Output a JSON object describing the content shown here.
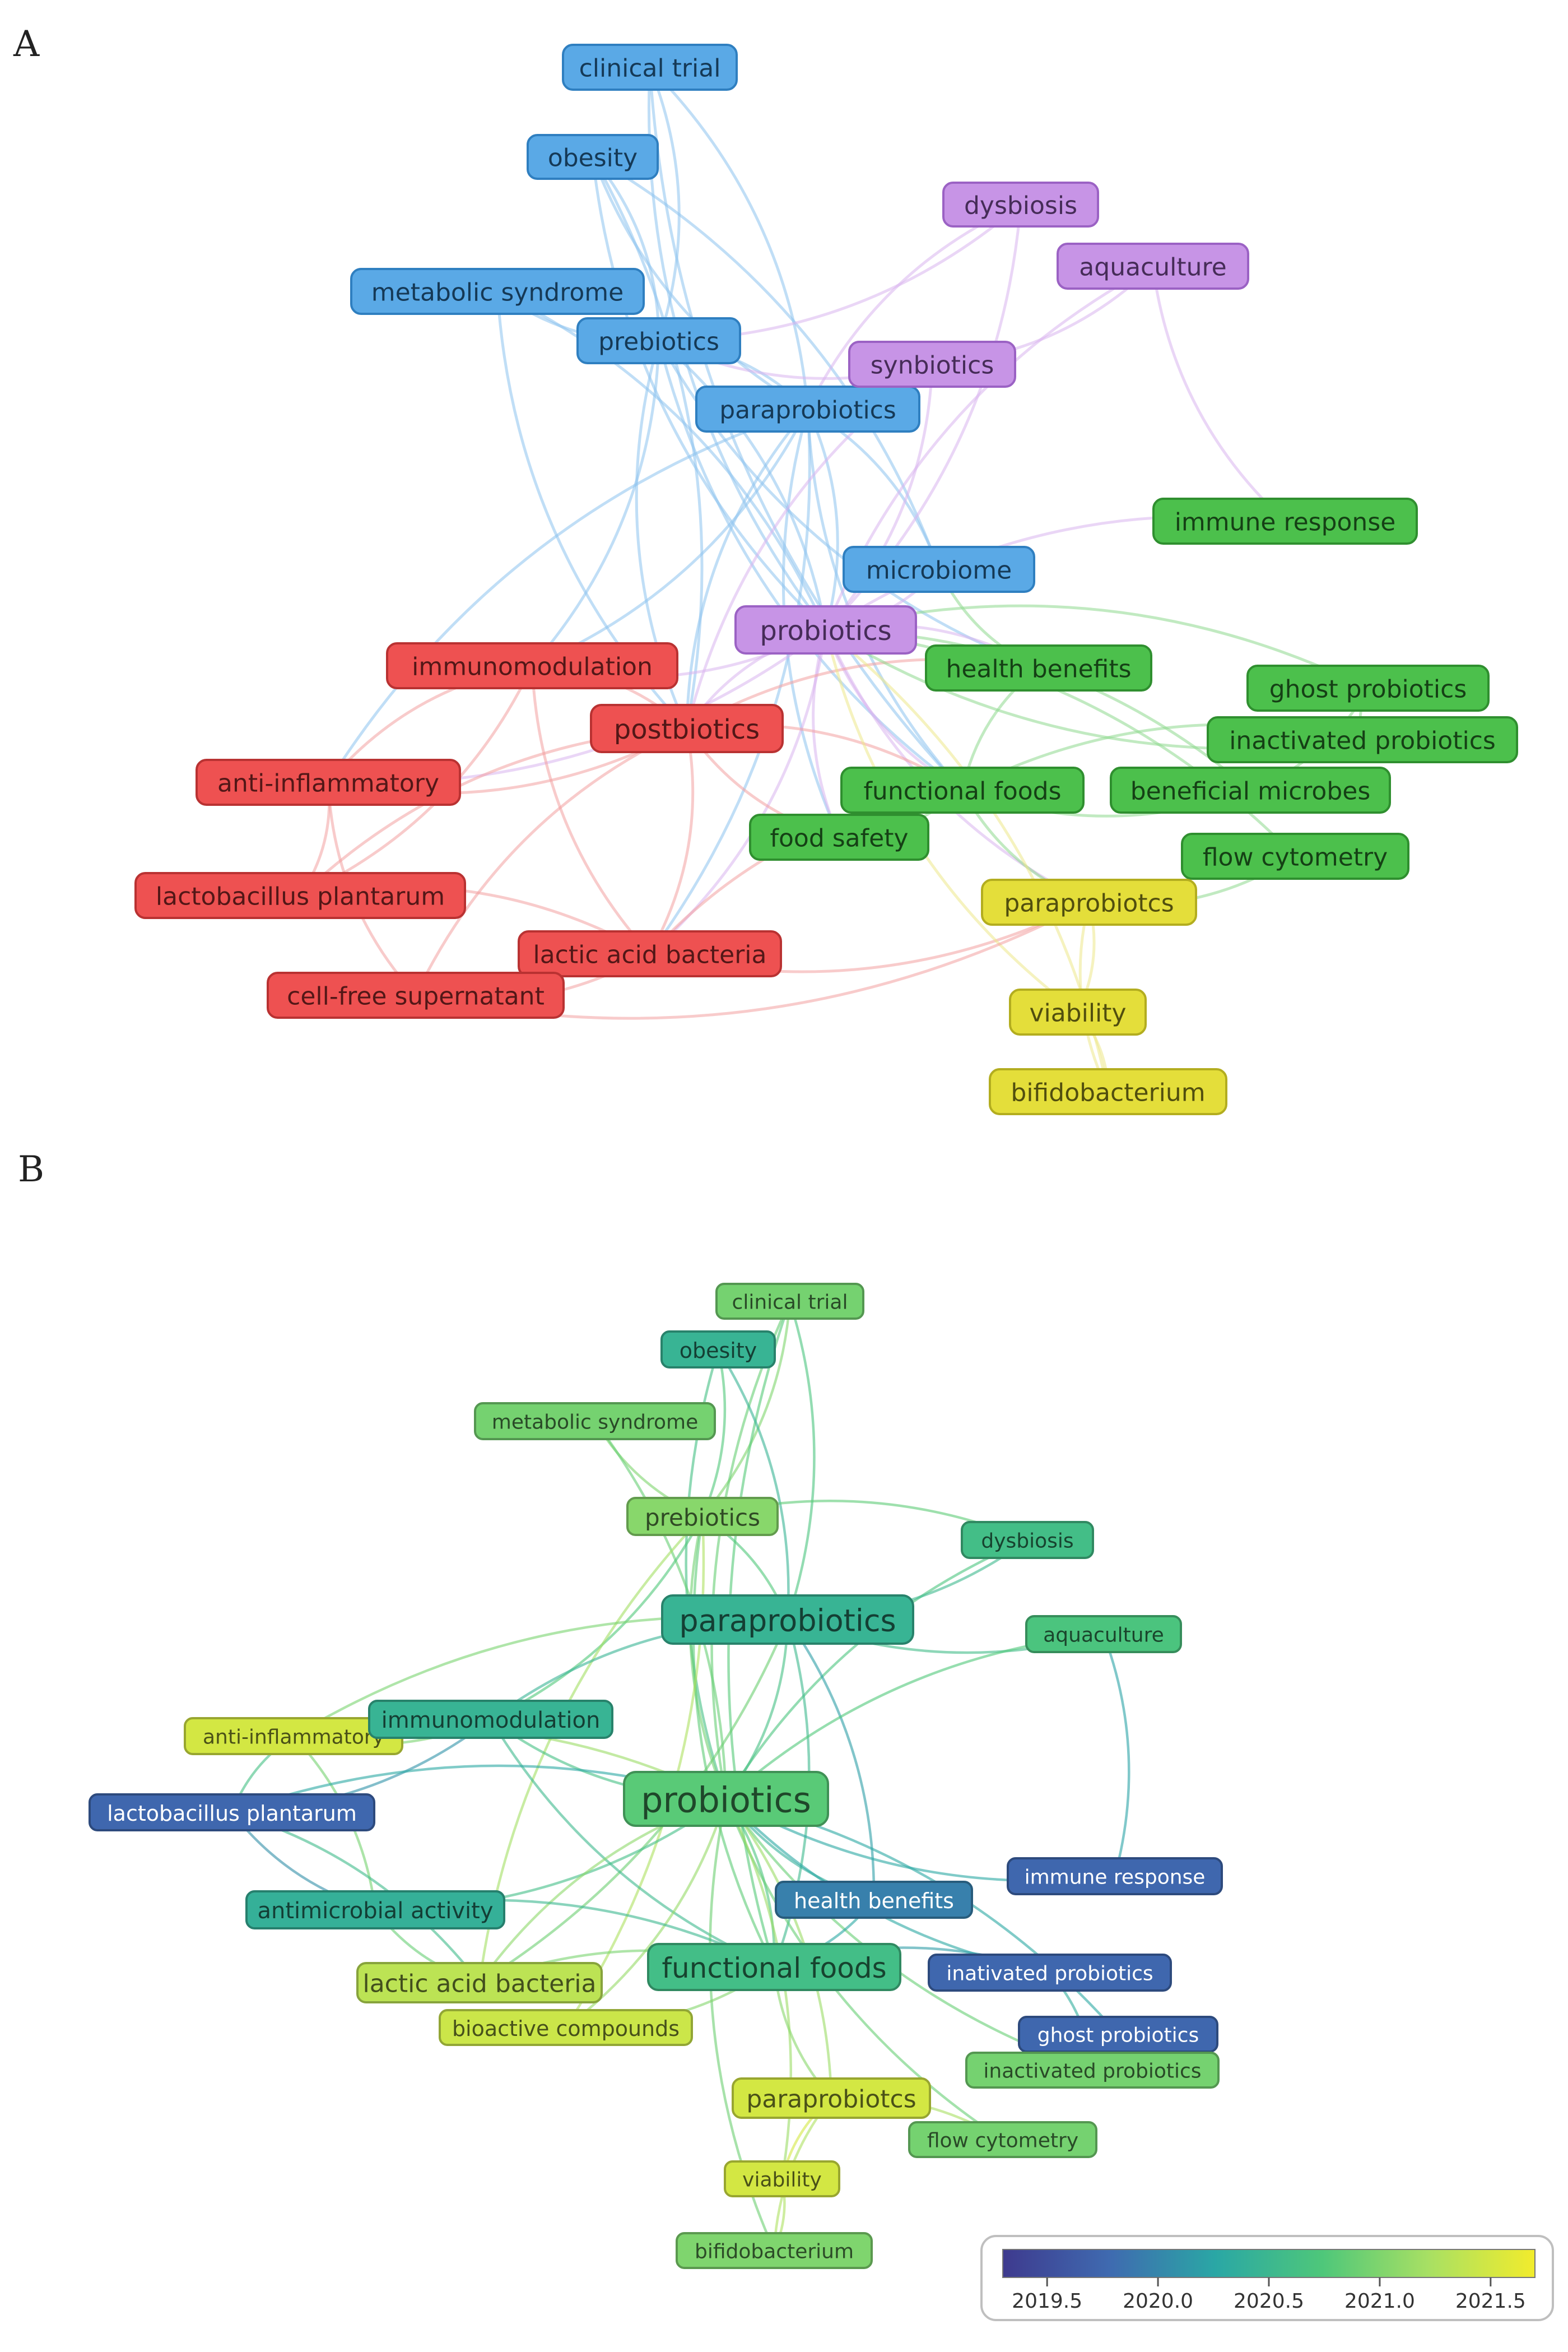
{
  "panel_a": {
    "letter": "A",
    "nodes": [
      {
        "id": "clinical-trial",
        "label": "clinical trial",
        "cluster": "blue"
      },
      {
        "id": "obesity",
        "label": "obesity",
        "cluster": "blue"
      },
      {
        "id": "metabolic-syndrome",
        "label": "metabolic syndrome",
        "cluster": "blue"
      },
      {
        "id": "prebiotics",
        "label": "prebiotics",
        "cluster": "blue"
      },
      {
        "id": "paraprobiotics",
        "label": "paraprobiotics",
        "cluster": "blue"
      },
      {
        "id": "microbiome",
        "label": "microbiome",
        "cluster": "blue"
      },
      {
        "id": "dysbiosis",
        "label": "dysbiosis",
        "cluster": "purple"
      },
      {
        "id": "aquaculture",
        "label": "aquaculture",
        "cluster": "purple"
      },
      {
        "id": "synbiotics",
        "label": "synbiotics",
        "cluster": "purple"
      },
      {
        "id": "probiotics",
        "label": "probiotics",
        "cluster": "purple"
      },
      {
        "id": "immune-response",
        "label": "immune response",
        "cluster": "green"
      },
      {
        "id": "health-benefits",
        "label": "health benefits",
        "cluster": "green"
      },
      {
        "id": "ghost-probiotics",
        "label": "ghost probiotics",
        "cluster": "green"
      },
      {
        "id": "inactivated-probiotics",
        "label": "inactivated probiotics",
        "cluster": "green"
      },
      {
        "id": "functional-foods",
        "label": "functional foods",
        "cluster": "green"
      },
      {
        "id": "beneficial-microbes",
        "label": "beneficial microbes",
        "cluster": "green"
      },
      {
        "id": "food-safety",
        "label": "food safety",
        "cluster": "green"
      },
      {
        "id": "flow-cytometry",
        "label": "flow cytometry",
        "cluster": "green"
      },
      {
        "id": "immunomodulation",
        "label": "immunomodulation",
        "cluster": "red"
      },
      {
        "id": "postbiotics",
        "label": "postbiotics",
        "cluster": "red"
      },
      {
        "id": "anti-inflammatory",
        "label": "anti-inflammatory",
        "cluster": "red"
      },
      {
        "id": "lactobacillus-plantarum",
        "label": "lactobacillus plantarum",
        "cluster": "red"
      },
      {
        "id": "lactic-acid-bacteria",
        "label": "lactic acid bacteria",
        "cluster": "red"
      },
      {
        "id": "cell-free-supernatant",
        "label": "cell-free supernatant",
        "cluster": "red"
      },
      {
        "id": "paraprobiotcs",
        "label": "paraprobiotcs",
        "cluster": "yellow"
      },
      {
        "id": "viability",
        "label": "viability",
        "cluster": "yellow"
      },
      {
        "id": "bifidobacterium",
        "label": "bifidobacterium",
        "cluster": "yellow"
      }
    ],
    "cluster_colors": {
      "blue": {
        "fill": "#5aa9e6",
        "stroke": "#2f7fc0",
        "link": "#8cc3ef"
      },
      "purple": {
        "fill": "#c794e6",
        "stroke": "#9b62c4",
        "link": "#d9b5ef"
      },
      "green": {
        "fill": "#4cc04c",
        "stroke": "#2f8f2f",
        "link": "#8ed88e"
      },
      "red": {
        "fill": "#ee5151",
        "stroke": "#b93232",
        "link": "#f3a1a1"
      },
      "yellow": {
        "fill": "#e4de3a",
        "stroke": "#b3ad1f",
        "link": "#ece88a"
      }
    },
    "links": [
      [
        "clinical-trial",
        "prebiotics"
      ],
      [
        "clinical-trial",
        "probiotics"
      ],
      [
        "clinical-trial",
        "paraprobiotics"
      ],
      [
        "clinical-trial",
        "functional-foods"
      ],
      [
        "obesity",
        "prebiotics"
      ],
      [
        "obesity",
        "probiotics"
      ],
      [
        "obesity",
        "microbiome"
      ],
      [
        "obesity",
        "paraprobiotics"
      ],
      [
        "obesity",
        "postbiotics"
      ],
      [
        "metabolic-syndrome",
        "prebiotics"
      ],
      [
        "metabolic-syndrome",
        "probiotics"
      ],
      [
        "metabolic-syndrome",
        "postbiotics"
      ],
      [
        "prebiotics",
        "probiotics"
      ],
      [
        "prebiotics",
        "postbiotics"
      ],
      [
        "prebiotics",
        "paraprobiotics"
      ],
      [
        "prebiotics",
        "functional-foods"
      ],
      [
        "prebiotics",
        "immunomodulation"
      ],
      [
        "prebiotics",
        "health-benefits"
      ],
      [
        "paraprobiotics",
        "probiotics"
      ],
      [
        "paraprobiotics",
        "postbiotics"
      ],
      [
        "paraprobiotics",
        "immunomodulation"
      ],
      [
        "paraprobiotics",
        "functional-foods"
      ],
      [
        "paraprobiotics",
        "lactic-acid-bacteria"
      ],
      [
        "paraprobiotics",
        "anti-inflammatory"
      ],
      [
        "paraprobiotics",
        "microbiome"
      ],
      [
        "paraprobiotics",
        "food-safety"
      ],
      [
        "dysbiosis",
        "probiotics"
      ],
      [
        "dysbiosis",
        "paraprobiotics"
      ],
      [
        "dysbiosis",
        "prebiotics"
      ],
      [
        "aquaculture",
        "probiotics"
      ],
      [
        "aquaculture",
        "synbiotics"
      ],
      [
        "aquaculture",
        "immune-response"
      ],
      [
        "synbiotics",
        "probiotics"
      ],
      [
        "synbiotics",
        "postbiotics"
      ],
      [
        "synbiotics",
        "prebiotics"
      ],
      [
        "probiotics",
        "postbiotics"
      ],
      [
        "probiotics",
        "immunomodulation"
      ],
      [
        "probiotics",
        "functional-foods"
      ],
      [
        "probiotics",
        "health-benefits"
      ],
      [
        "probiotics",
        "microbiome"
      ],
      [
        "probiotics",
        "lactic-acid-bacteria"
      ],
      [
        "probiotics",
        "food-safety"
      ],
      [
        "probiotics",
        "anti-inflammatory"
      ],
      [
        "probiotics",
        "paraprobiotcs"
      ],
      [
        "probiotics",
        "immune-response"
      ],
      [
        "postbiotics",
        "immunomodulation"
      ],
      [
        "postbiotics",
        "anti-inflammatory"
      ],
      [
        "postbiotics",
        "lactobacillus-plantarum"
      ],
      [
        "postbiotics",
        "lactic-acid-bacteria"
      ],
      [
        "postbiotics",
        "cell-free-supernatant"
      ],
      [
        "postbiotics",
        "functional-foods"
      ],
      [
        "postbiotics",
        "food-safety"
      ],
      [
        "postbiotics",
        "health-benefits"
      ],
      [
        "immunomodulation",
        "anti-inflammatory"
      ],
      [
        "immunomodulation",
        "lactobacillus-plantarum"
      ],
      [
        "immunomodulation",
        "lactic-acid-bacteria"
      ],
      [
        "anti-inflammatory",
        "lactobacillus-plantarum"
      ],
      [
        "anti-inflammatory",
        "cell-free-supernatant"
      ],
      [
        "lactic-acid-bacteria",
        "cell-free-supernatant"
      ],
      [
        "lactic-acid-bacteria",
        "lactobacillus-plantarum"
      ],
      [
        "lactic-acid-bacteria",
        "functional-foods"
      ],
      [
        "lactic-acid-bacteria",
        "paraprobiotcs"
      ],
      [
        "functional-foods",
        "health-benefits"
      ],
      [
        "functional-foods",
        "beneficial-microbes"
      ],
      [
        "functional-foods",
        "food-safety"
      ],
      [
        "functional-foods",
        "paraprobiotcs"
      ],
      [
        "functional-foods",
        "inactivated-probiotics"
      ],
      [
        "ghost-probiotics",
        "inactivated-probiotics"
      ],
      [
        "ghost-probiotics",
        "beneficial-microbes"
      ],
      [
        "ghost-probiotics",
        "probiotics"
      ],
      [
        "inactivated-probiotics",
        "probiotics"
      ],
      [
        "beneficial-microbes",
        "probiotics"
      ],
      [
        "flow-cytometry",
        "paraprobiotcs"
      ],
      [
        "flow-cytometry",
        "probiotics"
      ],
      [
        "paraprobiotcs",
        "viability"
      ],
      [
        "paraprobiotcs",
        "bifidobacterium"
      ],
      [
        "viability",
        "probiotics"
      ],
      [
        "bifidobacterium",
        "probiotics"
      ],
      [
        "viability",
        "bifidobacterium"
      ],
      [
        "cell-free-supernatant",
        "paraprobiotcs"
      ],
      [
        "health-benefits",
        "microbiome"
      ]
    ]
  },
  "panel_b": {
    "letter": "B",
    "nodes": [
      {
        "id": "clinical-trial",
        "label": "clinical trial",
        "year": 2020.95
      },
      {
        "id": "obesity",
        "label": "obesity",
        "year": 2020.45
      },
      {
        "id": "metabolic-syndrome",
        "label": "metabolic syndrome",
        "year": 2020.95
      },
      {
        "id": "prebiotics",
        "label": "prebiotics",
        "year": 2021.05
      },
      {
        "id": "dysbiosis",
        "label": "dysbiosis",
        "year": 2020.6
      },
      {
        "id": "paraprobiotics",
        "label": "paraprobiotics",
        "year": 2020.45
      },
      {
        "id": "aquaculture",
        "label": "aquaculture",
        "year": 2020.7
      },
      {
        "id": "anti-inflammatory",
        "label": "anti-inflammatory",
        "year": 2021.5
      },
      {
        "id": "immunomodulation",
        "label": "immunomodulation",
        "year": 2020.45
      },
      {
        "id": "lactobacillus-plantarum",
        "label": "lactobacillus plantarum",
        "year": 2019.75
      },
      {
        "id": "probiotics",
        "label": "probiotics",
        "year": 2020.8
      },
      {
        "id": "immune-response",
        "label": "immune response",
        "year": 2019.75
      },
      {
        "id": "antimicrobial-activity",
        "label": "antimicrobial activity",
        "year": 2020.4
      },
      {
        "id": "health-benefits",
        "label": "health benefits",
        "year": 2019.95
      },
      {
        "id": "functional-foods",
        "label": "functional foods",
        "year": 2020.6
      },
      {
        "id": "lactic-acid-bacteria",
        "label": "lactic acid bacteria",
        "year": 2021.35
      },
      {
        "id": "inativated-probiotics",
        "label": "inativated probiotics",
        "year": 2019.75
      },
      {
        "id": "bioactive-compounds",
        "label": "bioactive compounds",
        "year": 2021.45
      },
      {
        "id": "ghost-probiotics",
        "label": "ghost probiotics",
        "year": 2019.75
      },
      {
        "id": "inactivated-probiotics",
        "label": "inactivated probiotics",
        "year": 2020.95
      },
      {
        "id": "paraprobiotcs",
        "label": "paraprobiotcs",
        "year": 2021.5
      },
      {
        "id": "flow-cytometry",
        "label": "flow cytometry",
        "year": 2020.95
      },
      {
        "id": "viability",
        "label": "viability",
        "year": 2021.5
      },
      {
        "id": "bifidobacterium",
        "label": "bifidobacterium",
        "year": 2021.0
      }
    ],
    "links": [
      [
        "clinical-trial",
        "prebiotics"
      ],
      [
        "clinical-trial",
        "probiotics"
      ],
      [
        "clinical-trial",
        "paraprobiotics"
      ],
      [
        "clinical-trial",
        "functional-foods"
      ],
      [
        "obesity",
        "prebiotics"
      ],
      [
        "obesity",
        "probiotics"
      ],
      [
        "obesity",
        "paraprobiotics"
      ],
      [
        "metabolic-syndrome",
        "prebiotics"
      ],
      [
        "metabolic-syndrome",
        "probiotics"
      ],
      [
        "prebiotics",
        "probiotics"
      ],
      [
        "prebiotics",
        "paraprobiotics"
      ],
      [
        "prebiotics",
        "functional-foods"
      ],
      [
        "prebiotics",
        "immunomodulation"
      ],
      [
        "prebiotics",
        "lactic-acid-bacteria"
      ],
      [
        "prebiotics",
        "bioactive-compounds"
      ],
      [
        "dysbiosis",
        "probiotics"
      ],
      [
        "dysbiosis",
        "paraprobiotics"
      ],
      [
        "dysbiosis",
        "prebiotics"
      ],
      [
        "paraprobiotics",
        "probiotics"
      ],
      [
        "paraprobiotics",
        "immunomodulation"
      ],
      [
        "paraprobiotics",
        "functional-foods"
      ],
      [
        "paraprobiotics",
        "anti-inflammatory"
      ],
      [
        "paraprobiotics",
        "health-benefits"
      ],
      [
        "paraprobiotics",
        "aquaculture"
      ],
      [
        "paraprobiotics",
        "lactic-acid-bacteria"
      ],
      [
        "aquaculture",
        "probiotics"
      ],
      [
        "aquaculture",
        "immune-response"
      ],
      [
        "anti-inflammatory",
        "immunomodulation"
      ],
      [
        "anti-inflammatory",
        "probiotics"
      ],
      [
        "anti-inflammatory",
        "lactobacillus-plantarum"
      ],
      [
        "anti-inflammatory",
        "antimicrobial-activity"
      ],
      [
        "immunomodulation",
        "probiotics"
      ],
      [
        "immunomodulation",
        "lactobacillus-plantarum"
      ],
      [
        "immunomodulation",
        "functional-foods"
      ],
      [
        "lactobacillus-plantarum",
        "probiotics"
      ],
      [
        "lactobacillus-plantarum",
        "antimicrobial-activity"
      ],
      [
        "lactobacillus-plantarum",
        "lactic-acid-bacteria"
      ],
      [
        "probiotics",
        "immune-response"
      ],
      [
        "probiotics",
        "antimicrobial-activity"
      ],
      [
        "probiotics",
        "health-benefits"
      ],
      [
        "probiotics",
        "functional-foods"
      ],
      [
        "probiotics",
        "lactic-acid-bacteria"
      ],
      [
        "probiotics",
        "bioactive-compounds"
      ],
      [
        "probiotics",
        "inativated-probiotics"
      ],
      [
        "probiotics",
        "ghost-probiotics"
      ],
      [
        "probiotics",
        "inactivated-probiotics"
      ],
      [
        "probiotics",
        "paraprobiotcs"
      ],
      [
        "probiotics",
        "flow-cytometry"
      ],
      [
        "probiotics",
        "viability"
      ],
      [
        "probiotics",
        "bifidobacterium"
      ],
      [
        "antimicrobial-activity",
        "functional-foods"
      ],
      [
        "antimicrobial-activity",
        "lactic-acid-bacteria"
      ],
      [
        "health-benefits",
        "functional-foods"
      ],
      [
        "functional-foods",
        "lactic-acid-bacteria"
      ],
      [
        "functional-foods",
        "bioactive-compounds"
      ],
      [
        "functional-foods",
        "paraprobiotcs"
      ],
      [
        "functional-foods",
        "inativated-probiotics"
      ],
      [
        "ghost-probiotics",
        "inactivated-probiotics"
      ],
      [
        "inativated-probiotics",
        "inactivated-probiotics"
      ],
      [
        "paraprobiotcs",
        "viability"
      ],
      [
        "paraprobiotcs",
        "flow-cytometry"
      ],
      [
        "paraprobiotcs",
        "bifidobacterium"
      ],
      [
        "viability",
        "bifidobacterium"
      ]
    ],
    "colorbar": {
      "min": 2019.3,
      "max": 2021.7,
      "ticks": [
        "2019.5",
        "2020.0",
        "2020.5",
        "2021.0",
        "2021.5"
      ],
      "stops": [
        "#3e3a8e",
        "#3f6ab0",
        "#2aa7a5",
        "#4ec77a",
        "#a8e063",
        "#f2ec2c"
      ]
    }
  }
}
